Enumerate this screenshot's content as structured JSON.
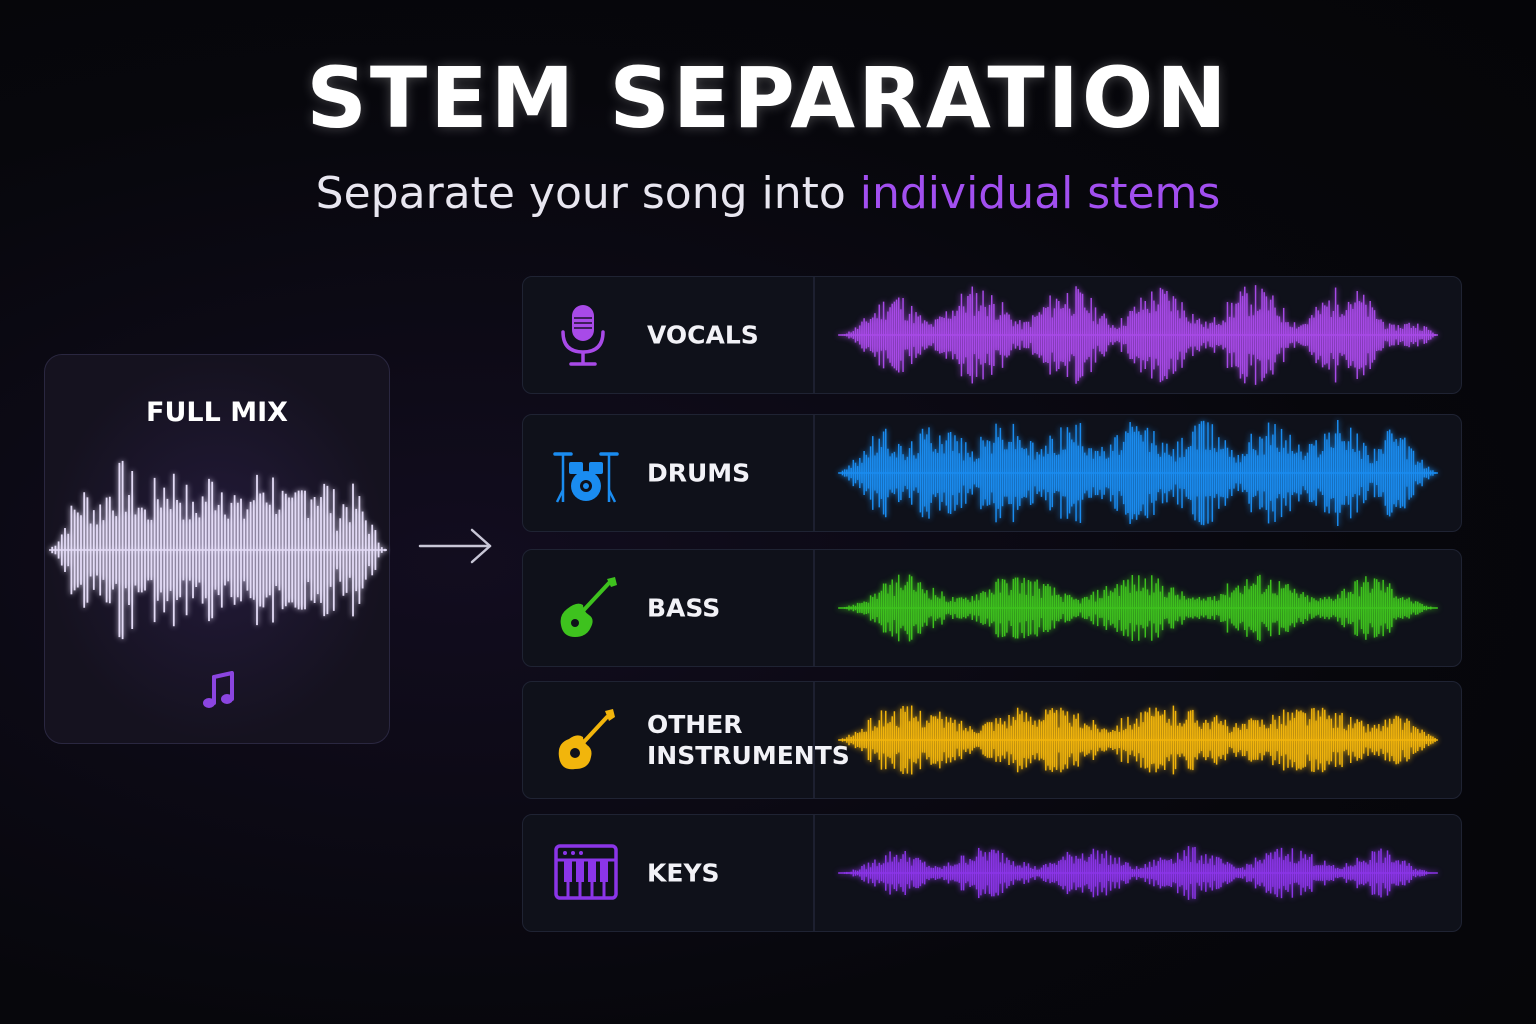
{
  "header": {
    "title": "STEM SEPARATION",
    "subtitle_prefix": "Separate your song into ",
    "subtitle_highlight": "individual stems",
    "highlight_color": "#a24ff0"
  },
  "full_mix": {
    "label": "FULL MIX",
    "wave_color": "#e4dcf7",
    "note_icon": "music-note-icon",
    "note_color": "#8b45e0"
  },
  "arrow_icon": "arrow-right-icon",
  "stems": [
    {
      "id": "vocals",
      "label": "VOCALS",
      "icon": "microphone-icon",
      "color": "#a84ae8"
    },
    {
      "id": "drums",
      "label": "DRUMS",
      "icon": "drum-kit-icon",
      "color": "#1a8cf0"
    },
    {
      "id": "bass",
      "label": "BASS",
      "icon": "bass-guitar-icon",
      "color": "#3ec21e"
    },
    {
      "id": "other",
      "label": "OTHER\nINSTRUMENTS",
      "icon": "guitar-icon",
      "color": "#f2b50c"
    },
    {
      "id": "keys",
      "label": "KEYS",
      "icon": "keyboard-icon",
      "color": "#8b35e8"
    }
  ]
}
